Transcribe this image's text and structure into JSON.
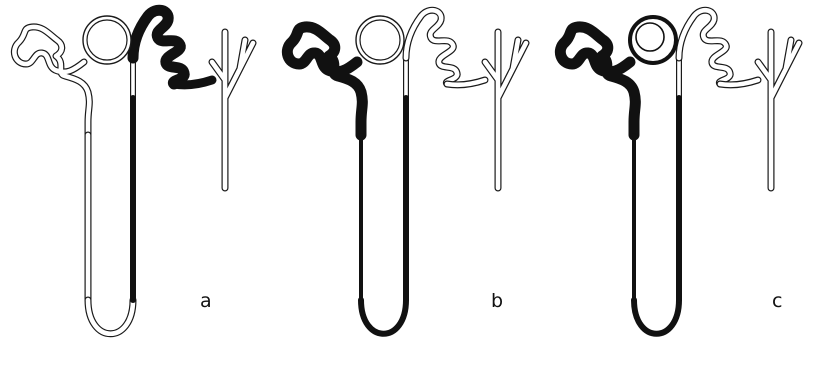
{
  "panels": [
    {
      "label": "a",
      "highlighted": [
        "distal-convoluted-tubule",
        "ascending-limb",
        "collecting-duct-junction"
      ]
    },
    {
      "label": "b",
      "highlighted": [
        "proximal-convoluted-tubule",
        "descending-limb",
        "loop-bottom",
        "ascending-limb"
      ]
    },
    {
      "label": "c",
      "highlighted": [
        "glomerulus",
        "proximal-convoluted-tubule",
        "descending-limb",
        "loop-bottom",
        "ascending-limb"
      ]
    }
  ],
  "colors": {
    "ink": "#111111",
    "paper": "#ffffff"
  }
}
